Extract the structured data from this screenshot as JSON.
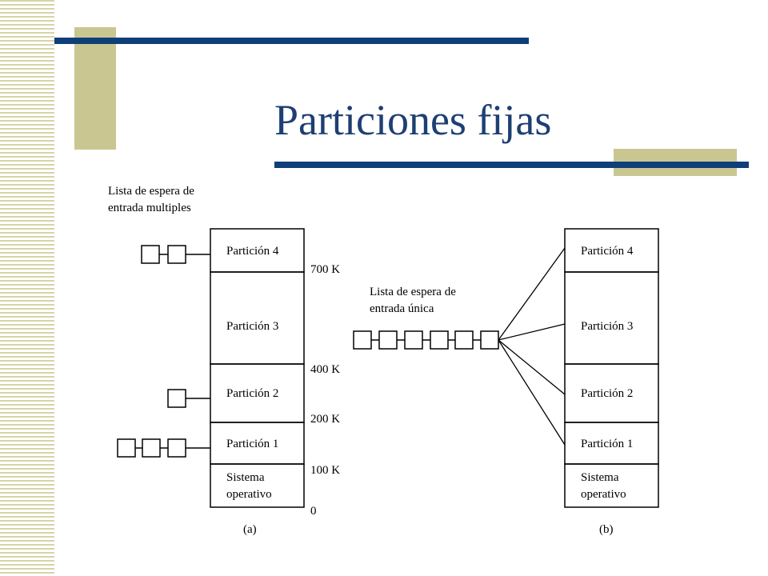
{
  "slide": {
    "title": "Particiones fijas",
    "colors": {
      "title": "#1d3f73",
      "accent_bar": "#0f3f78",
      "accent_block": "#c9c691"
    }
  },
  "diagram": {
    "left_queue_caption": [
      "Lista de espera de",
      "entrada multiples"
    ],
    "right_queue_caption": [
      "Lista de espera de",
      "entrada única"
    ],
    "partitions": [
      "Partición 4",
      "Partición 3",
      "Partición 2",
      "Partición 1"
    ],
    "os_label": [
      "Sistema",
      "operativo"
    ],
    "addresses": [
      "700 K",
      "400 K",
      "200 K",
      "100 K",
      "0"
    ],
    "panel_labels": [
      "(a)",
      "(b)"
    ],
    "left_queue_counts": {
      "p4": 2,
      "p3": 0,
      "p2": 1,
      "p1": 3
    },
    "right_queue_count": 6
  }
}
